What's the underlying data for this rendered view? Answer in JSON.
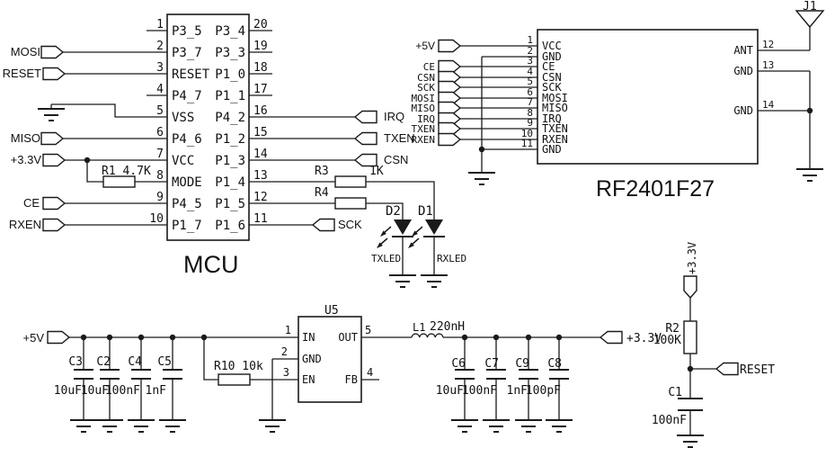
{
  "mcu": {
    "label": "MCU",
    "left_pins": [
      {
        "num": "1",
        "name": "P3_5"
      },
      {
        "num": "2",
        "name": "P3_7"
      },
      {
        "num": "3",
        "name": "RESET"
      },
      {
        "num": "4",
        "name": "P4_7"
      },
      {
        "num": "5",
        "name": "VSS"
      },
      {
        "num": "6",
        "name": "P4_6"
      },
      {
        "num": "7",
        "name": "VCC"
      },
      {
        "num": "8",
        "name": "MODE"
      },
      {
        "num": "9",
        "name": "P4_5"
      },
      {
        "num": "10",
        "name": "P1_7"
      }
    ],
    "right_pins": [
      {
        "num": "20",
        "name": "P3_4"
      },
      {
        "num": "19",
        "name": "P3_3"
      },
      {
        "num": "18",
        "name": "P1_0"
      },
      {
        "num": "17",
        "name": "P1_1"
      },
      {
        "num": "16",
        "name": "P4_2"
      },
      {
        "num": "15",
        "name": "P1_2"
      },
      {
        "num": "14",
        "name": "P1_3"
      },
      {
        "num": "13",
        "name": "P1_4"
      },
      {
        "num": "12",
        "name": "P1_5"
      },
      {
        "num": "11",
        "name": "P1_6"
      }
    ],
    "flag_mosi": "MOSI",
    "flag_reset": "RESET",
    "flag_miso": "MISO",
    "flag_v33": "+3.3V",
    "flag_ce": "CE",
    "flag_rxen": "RXEN",
    "flag_irq": "IRQ",
    "flag_txen": "TXEN",
    "flag_csn": "CSN",
    "flag_sck": "SCK",
    "r1_label": "R1 4.7K"
  },
  "led": {
    "r3": "R3",
    "r3_value": "1K",
    "r4": "R4",
    "d2": "D2",
    "d1": "D1",
    "txled": "TXLED",
    "rxled": "RXLED"
  },
  "rf": {
    "label": "RF2401F27",
    "antenna": "J1",
    "flag_5v": "+5V",
    "flags": [
      "CE",
      "CSN",
      "SCK",
      "MOSI",
      "MISO",
      "IRQ",
      "TXEN",
      "RXEN"
    ],
    "left_pins": [
      {
        "num": "1",
        "name": "VCC"
      },
      {
        "num": "2",
        "name": "GND"
      },
      {
        "num": "3",
        "name": "CE"
      },
      {
        "num": "4",
        "name": "CSN"
      },
      {
        "num": "5",
        "name": "SCK"
      },
      {
        "num": "6",
        "name": "MOSI"
      },
      {
        "num": "7",
        "name": "MISO"
      },
      {
        "num": "8",
        "name": "IRQ"
      },
      {
        "num": "9",
        "name": "TXEN"
      },
      {
        "num": "10",
        "name": "RXEN"
      },
      {
        "num": "11",
        "name": "GND"
      }
    ],
    "right_pins": [
      {
        "num": "12",
        "name": "ANT"
      },
      {
        "num": "13",
        "name": "GND"
      },
      {
        "num": "14",
        "name": "GND"
      }
    ]
  },
  "power": {
    "flag_5v": "+5V",
    "flag_v33": "+3.3V",
    "input_caps": [
      {
        "ref": "C3",
        "value": "10uF"
      },
      {
        "ref": "C2",
        "value": "10uF"
      },
      {
        "ref": "C4",
        "value": "100nF"
      },
      {
        "ref": "C5",
        "value": "1nF"
      }
    ],
    "r10_label": "R10 10k",
    "u5": "U5",
    "pin_in": "IN",
    "pin_gnd": "GND",
    "pin_en": "EN",
    "pin_out": "OUT",
    "pin_fb": "FB",
    "num_in": "1",
    "num_gnd": "2",
    "num_en": "3",
    "num_out": "5",
    "num_fb": "4",
    "l1": "L1",
    "l1_value": "220nH",
    "output_caps": [
      {
        "ref": "C6",
        "value": "10uF"
      },
      {
        "ref": "C7",
        "value": "100nF"
      },
      {
        "ref": "C9",
        "value": "1nF"
      },
      {
        "ref": "C8",
        "value": "100pF"
      }
    ]
  },
  "reset": {
    "flag_v33": "+3.3V",
    "r2": "R2",
    "r2_value": "100K",
    "flag_reset": "RESET",
    "c1": "C1",
    "c1_value": "100nF"
  },
  "colors": {
    "ink": "#1a1a1a",
    "background": "#ffffff"
  }
}
